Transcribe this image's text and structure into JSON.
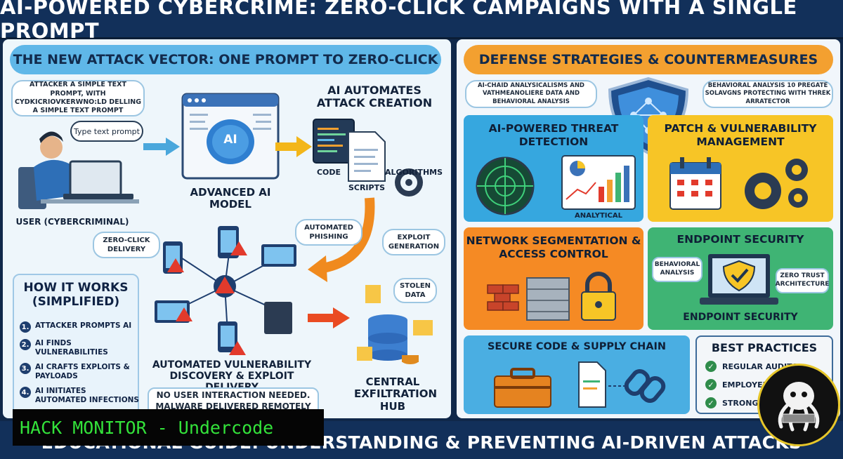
{
  "title": "AI-POWERED CYBERCRIME: ZERO-CLICK CAMPAIGNS WITH A SINGLE PROMPT",
  "left": {
    "heading": "THE NEW ATTACK VECTOR: ONE PROMPT TO ZERO-CLICK",
    "attacker_note": "ATTACKER A SIMPLE TEXT PROMPT, WITH CYDKICRIOVKERWNO:LD DELLING A SIMPLE TEXT PROMPT",
    "prompt_bubble": "Type text prompt",
    "user_label": "USER (CYBERCRIMINAL)",
    "model_label": "ADVANCED AI MODEL",
    "model_badge": "AI",
    "automates_label": "AI AUTOMATES ATTACK CREATION",
    "code_label": "CODE",
    "scripts_label": "SCRIPTS",
    "algorithms_label": "ALGORITHMS",
    "zero_click": "ZERO-CLICK DELIVERY",
    "auto_phishing": "AUTOMATED PHISHING",
    "exploit_gen": "EXPLOIT GENERATION",
    "vuln_label": "AUTOMATED VULNERABILITY DISCOVERY & EXPLOIT DELIVERY",
    "stolen_data": "STOLEN DATA",
    "hub_label": "CENTRAL EXFILTRATION HUB",
    "no_user": "NO USER INTERACTION NEEDED. MALWARE DELIVERED REMOTELY",
    "how": {
      "title": "HOW IT WORKS (SIMPLIFIED)",
      "steps": [
        {
          "n": "1.",
          "t": "ATTACKER PROMPTS AI"
        },
        {
          "n": "2.",
          "t": "AI FINDS VULNERABILITIES"
        },
        {
          "n": "3.",
          "t": "AI CRAFTS EXPLOITS & PAYLOADS"
        },
        {
          "n": "4.",
          "t": "AI INITIATES AUTOMATED INFECTIONS"
        }
      ]
    }
  },
  "right": {
    "heading": "DEFENSE STRATEGIES & COUNTERMEASURES",
    "note_left": "AI-CHAID ANALYSICALISMS AND VATHMEANOLIERE DATA AND BEHAVIORAL ANALYSIS",
    "note_right": "BEHAVIORAL ANALYSIS 10 PREGATE SOLAVGNS PROTECTING WITH THREK ARRATECTOR",
    "threat_title": "AI-POWERED THREAT DETECTION",
    "analytical": "ANALYTICAL",
    "patch_title": "PATCH & VULNERABILITY MANAGEMENT",
    "network_title": "NETWORK SEGMENTATION & ACCESS CONTROL",
    "endpoint_title": "ENDPOINT SECURITY",
    "endpoint_bottom": "ENDPOINT SECURITY",
    "behavioral": "BEHAVIORAL ANALYSIS",
    "zero_trust": "ZERO TRUST ARCHITECTURE",
    "secure_title": "SECURE CODE & SUPPLY CHAIN",
    "best_title": "BEST PRACTICES",
    "best_items": [
      "REGULAR AUDITS",
      "EMPLOYEE",
      "STRONG"
    ]
  },
  "footer": "EDUCATIONAL GUIDE: UNDERSTANDING & PREVENTING AI-DRIVEN ATTACKS",
  "watermark": "HACK MONITOR - Undercode"
}
